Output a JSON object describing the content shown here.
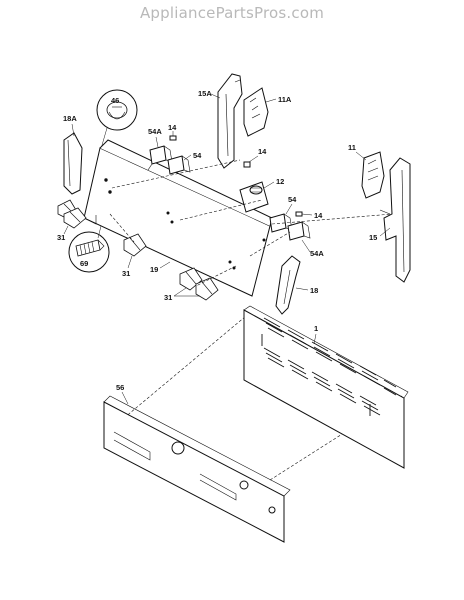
{
  "watermark": "AppliancePartsPros.com",
  "callouts": {
    "c46": "46",
    "c18a": "18A",
    "c15a": "15A",
    "c11a": "11A",
    "c14a": "14",
    "c54a_top": "54A",
    "c54_top": "54",
    "c14b": "14",
    "c12": "12",
    "c11": "11",
    "c54_mid": "54",
    "c14c": "14",
    "c15": "15",
    "c31a": "31",
    "c69": "69",
    "c31b": "31",
    "c19": "19",
    "c54a_low": "54A",
    "c18": "18",
    "c31c": "31",
    "c1": "1",
    "c56": "56"
  }
}
